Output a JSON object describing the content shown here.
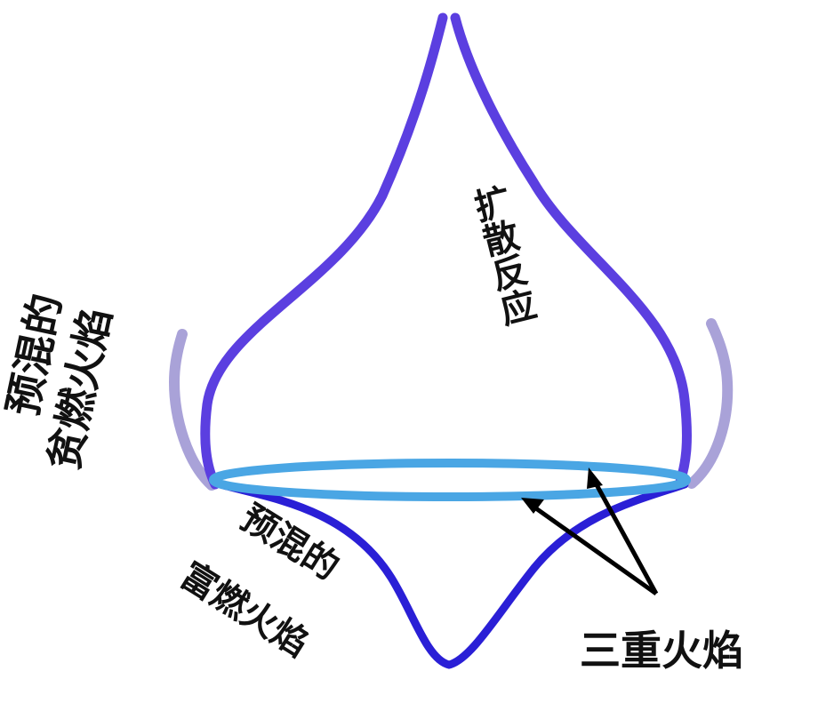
{
  "labels": {
    "diffusion": "扩散反应",
    "lean_line1": "预混的",
    "lean_line2": "贫燃火焰",
    "rich_line1": "预混的",
    "rich_line2": "富燃火焰",
    "triple": "三重火焰"
  },
  "colors": {
    "diffusion_flame": "#5b3fe0",
    "lean_flame": "#a9a2d8",
    "rich_flame": "#2a1fd6",
    "triple_ring": "#4aa6e4",
    "arrow": "#000000",
    "text": "#111111"
  }
}
